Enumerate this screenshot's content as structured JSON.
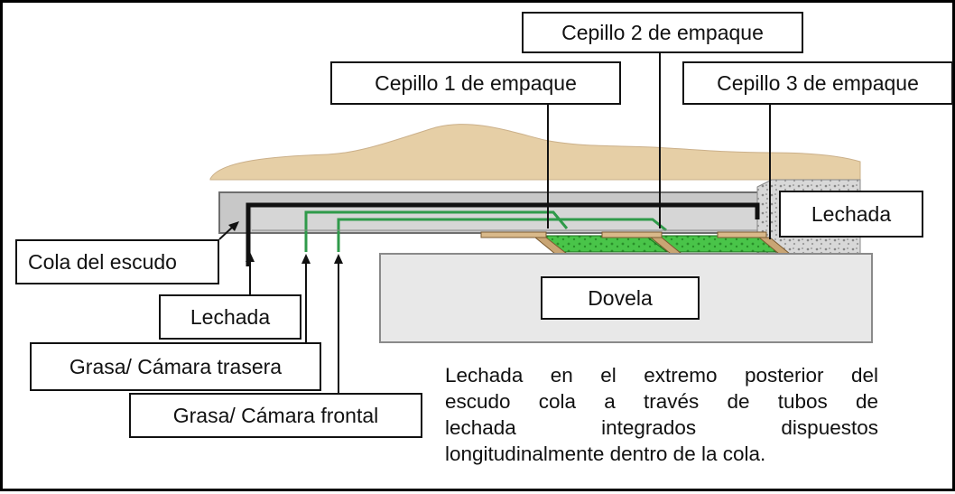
{
  "labels": {
    "brush1": "Cepillo 1 de empaque",
    "brush2": "Cepillo 2 de empaque",
    "brush3": "Cepillo 3 de empaque",
    "grout_right": "Lechada",
    "shield_tail": "Cola del escudo",
    "grout_left": "Lechada",
    "grease_rear": "Grasa/ Cámara trasera",
    "grease_front": "Grasa/ Cámara frontal",
    "segment": "Dovela"
  },
  "note": {
    "line1": "Lechada en el extremo posterior del",
    "line2": "escudo cola a través de tubos de",
    "line3": "lechada integrados dispuestos",
    "line4": "longitudinalmente dentro de la cola."
  },
  "colors": {
    "soil": "#e6cfa6",
    "shield": "#c8c8c8",
    "grease_chamber": "#3fbf3f",
    "grease_pipe": "#2f9a4a",
    "brush": "#d9b98a",
    "segment": "#e8e8e8"
  }
}
